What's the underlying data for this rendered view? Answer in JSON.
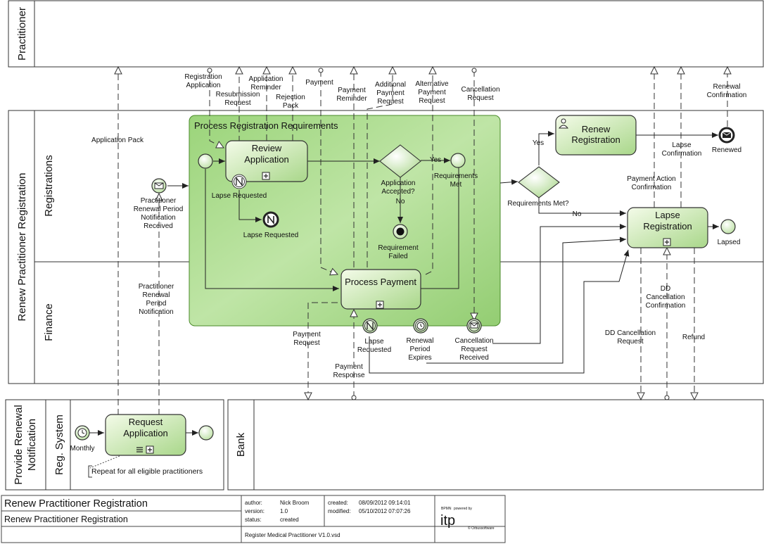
{
  "pools": {
    "practitioner": "Practitioner",
    "renew": "Renew Practitioner Registration",
    "lane_registrations": "Registrations",
    "lane_finance": "Finance",
    "provide": "Provide Renewal Notification",
    "reg_system": "Reg. System",
    "bank": "Bank"
  },
  "subprocess": {
    "title": "Process Registration Requirements"
  },
  "tasks": {
    "review_1": "Review",
    "review_2": "Application",
    "process_payment": "Process Payment",
    "renew_1": "Renew",
    "renew_2": "Registration",
    "lapse_1": "Lapse",
    "lapse_2": "Registration",
    "request_1": "Request",
    "request_2": "Application"
  },
  "labels": {
    "registration_application": [
      "Registration",
      "Application"
    ],
    "resubmission_request": [
      "Resubmission",
      "Request"
    ],
    "application_reminder": [
      "Application",
      "Reminder"
    ],
    "rejection_pack": [
      "Rejection",
      "Pack"
    ],
    "payment": "Payment",
    "payment_reminder": [
      "Payment",
      "Reminder"
    ],
    "additional_payment_request": [
      "Additional",
      "Payment",
      "Request"
    ],
    "alternative_payment_request": [
      "Alternative",
      "Payment",
      "Request"
    ],
    "cancellation_request": [
      "Cancellation",
      "Request"
    ],
    "renewal_confirmation": [
      "Renewal",
      "Confirmation"
    ],
    "application_pack": "Application Pack",
    "renewal_notification_received": [
      "Practitioner",
      "Renewal Period",
      "Notification",
      "Received"
    ],
    "lapse_requested_boundary": "Lapse Requested",
    "lapse_requested_end": "Lapse Requested",
    "application_accepted": [
      "Application",
      "Accepted?"
    ],
    "no": "No",
    "yes": "Yes",
    "requirements_met_end": [
      "Requirements",
      "Met"
    ],
    "requirement_failed": [
      "Requirement",
      "Failed"
    ],
    "requirements_met_gw": "Requirements Met?",
    "yes2": "Yes",
    "no2": "No",
    "lapse_confirmation": [
      "Lapse",
      "Confirmation"
    ],
    "renewed": "Renewed",
    "payment_action_confirmation": [
      "Payment Action",
      "Confirmation"
    ],
    "lapsed": "Lapsed",
    "practitioner_renewal_notification": [
      "Practitioner",
      "Renewal",
      "Period",
      "Notification"
    ],
    "payment_request": [
      "Payment",
      "Request"
    ],
    "lapse_requested_finance": [
      "Lapse",
      "Requested"
    ],
    "renewal_period_expires": [
      "Renewal",
      "Period",
      "Expires"
    ],
    "cancellation_request_received": [
      "Cancellation",
      "Request",
      "Received"
    ],
    "payment_response": [
      "Payment",
      "Response"
    ],
    "dd_cancellation_confirmation": [
      "DD",
      "Cancellation",
      "Confirmation"
    ],
    "dd_cancellation_request": [
      "DD Cancellation",
      "Request"
    ],
    "refund": "Refund",
    "monthly": "Monthly",
    "repeat_note": "Repeat for all eligible practitioners"
  },
  "footer": {
    "title_1": "Renew Practitioner Registration",
    "title_2": "Renew Practitioner Registration",
    "author_label": "author:",
    "author": "Nick Broom",
    "version_label": "version:",
    "version": "1.0",
    "status_label": "status:",
    "status": "created",
    "created_label": "created:",
    "created": "08/09/2012 09:14:01",
    "modified_label": "modified:",
    "modified": "05/10/2012 07:07:26",
    "file": "Register Medical Practitioner V1.0.vsd",
    "logo_text": "itp",
    "logo_line1": "BPMN",
    "logo_line2": "powered by",
    "logo_copy": "© Orbussoftware"
  }
}
